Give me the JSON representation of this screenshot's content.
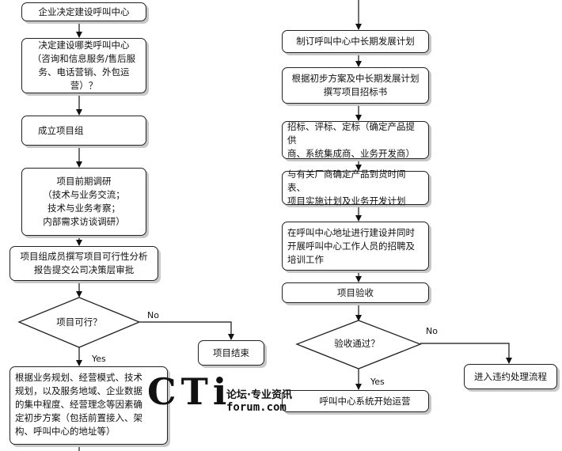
{
  "nodes": {
    "n1": "企业决定建设呼叫中心",
    "n2": "决定建设哪类呼叫中心\n（咨询和信息服务/售后服\n务、电话营销、外包运营）？",
    "n3": "成立项目组",
    "n4": "项目前期调研\n（技术与业务交流；\n技术与业务考察；\n内部需求访谈调研）",
    "n5": "项目组成员撰写项目可行性分析\n报告提交公司决策层审批",
    "d1": "项目可行？",
    "end1": "项目结束",
    "n6": "根据业务规划、经营模式、技术\n规划，以及服务地域、企业数据\n的集中程度、经营理念等因素确\n定初步方案（包括前置接入、架\n构、呼叫中心的地址等）",
    "r1": "制订呼叫中心中长期发展计划",
    "r2": "根据初步方案及中长期发展计划\n撰写项目招标书",
    "r3": "招标、评标、定标（确定产品提供\n商、系统集成商、业务开发商）",
    "r4": "与有关厂商确定产品到货时间表、\n项目实施计划及业务开发计划",
    "r5": "在呼叫中心地址进行建设并同时\n开展呼叫中心工作人员的招聘及\n培训工作",
    "r6": "项目验收",
    "d2": "验收通过？",
    "r7": "呼叫中心系统开始运营",
    "r8": "进入违约处理流程"
  },
  "edge_labels": {
    "d1_no": "No",
    "d1_yes": "Yes",
    "d2_no": "No",
    "d2_yes": "Yes"
  },
  "watermark": {
    "logo_text": "CTi",
    "line1": "论坛·专业资讯",
    "line2": "forum.com"
  }
}
